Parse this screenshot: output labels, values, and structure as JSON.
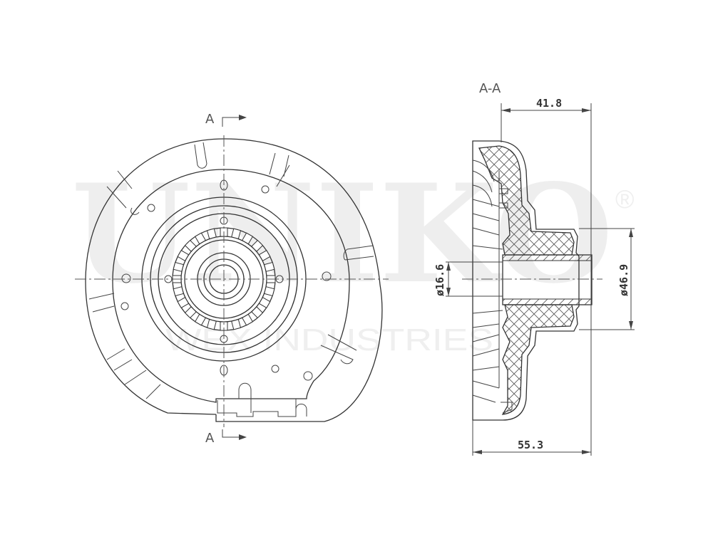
{
  "watermark": {
    "brand": "UNIKO",
    "subtitle": "WEX INDUSTRIES",
    "registered_mark": "®"
  },
  "front_view": {
    "section_marker_top": "A",
    "section_marker_bottom": "A"
  },
  "section_view": {
    "title": "A-A",
    "dimensions": {
      "top_width": "41.8",
      "bottom_width": "55.3",
      "inner_diameter": "ø16.6",
      "outer_diameter": "ø46.9"
    }
  },
  "colors": {
    "line": "#333333",
    "watermark": "#eeeeee",
    "background": "#ffffff"
  }
}
